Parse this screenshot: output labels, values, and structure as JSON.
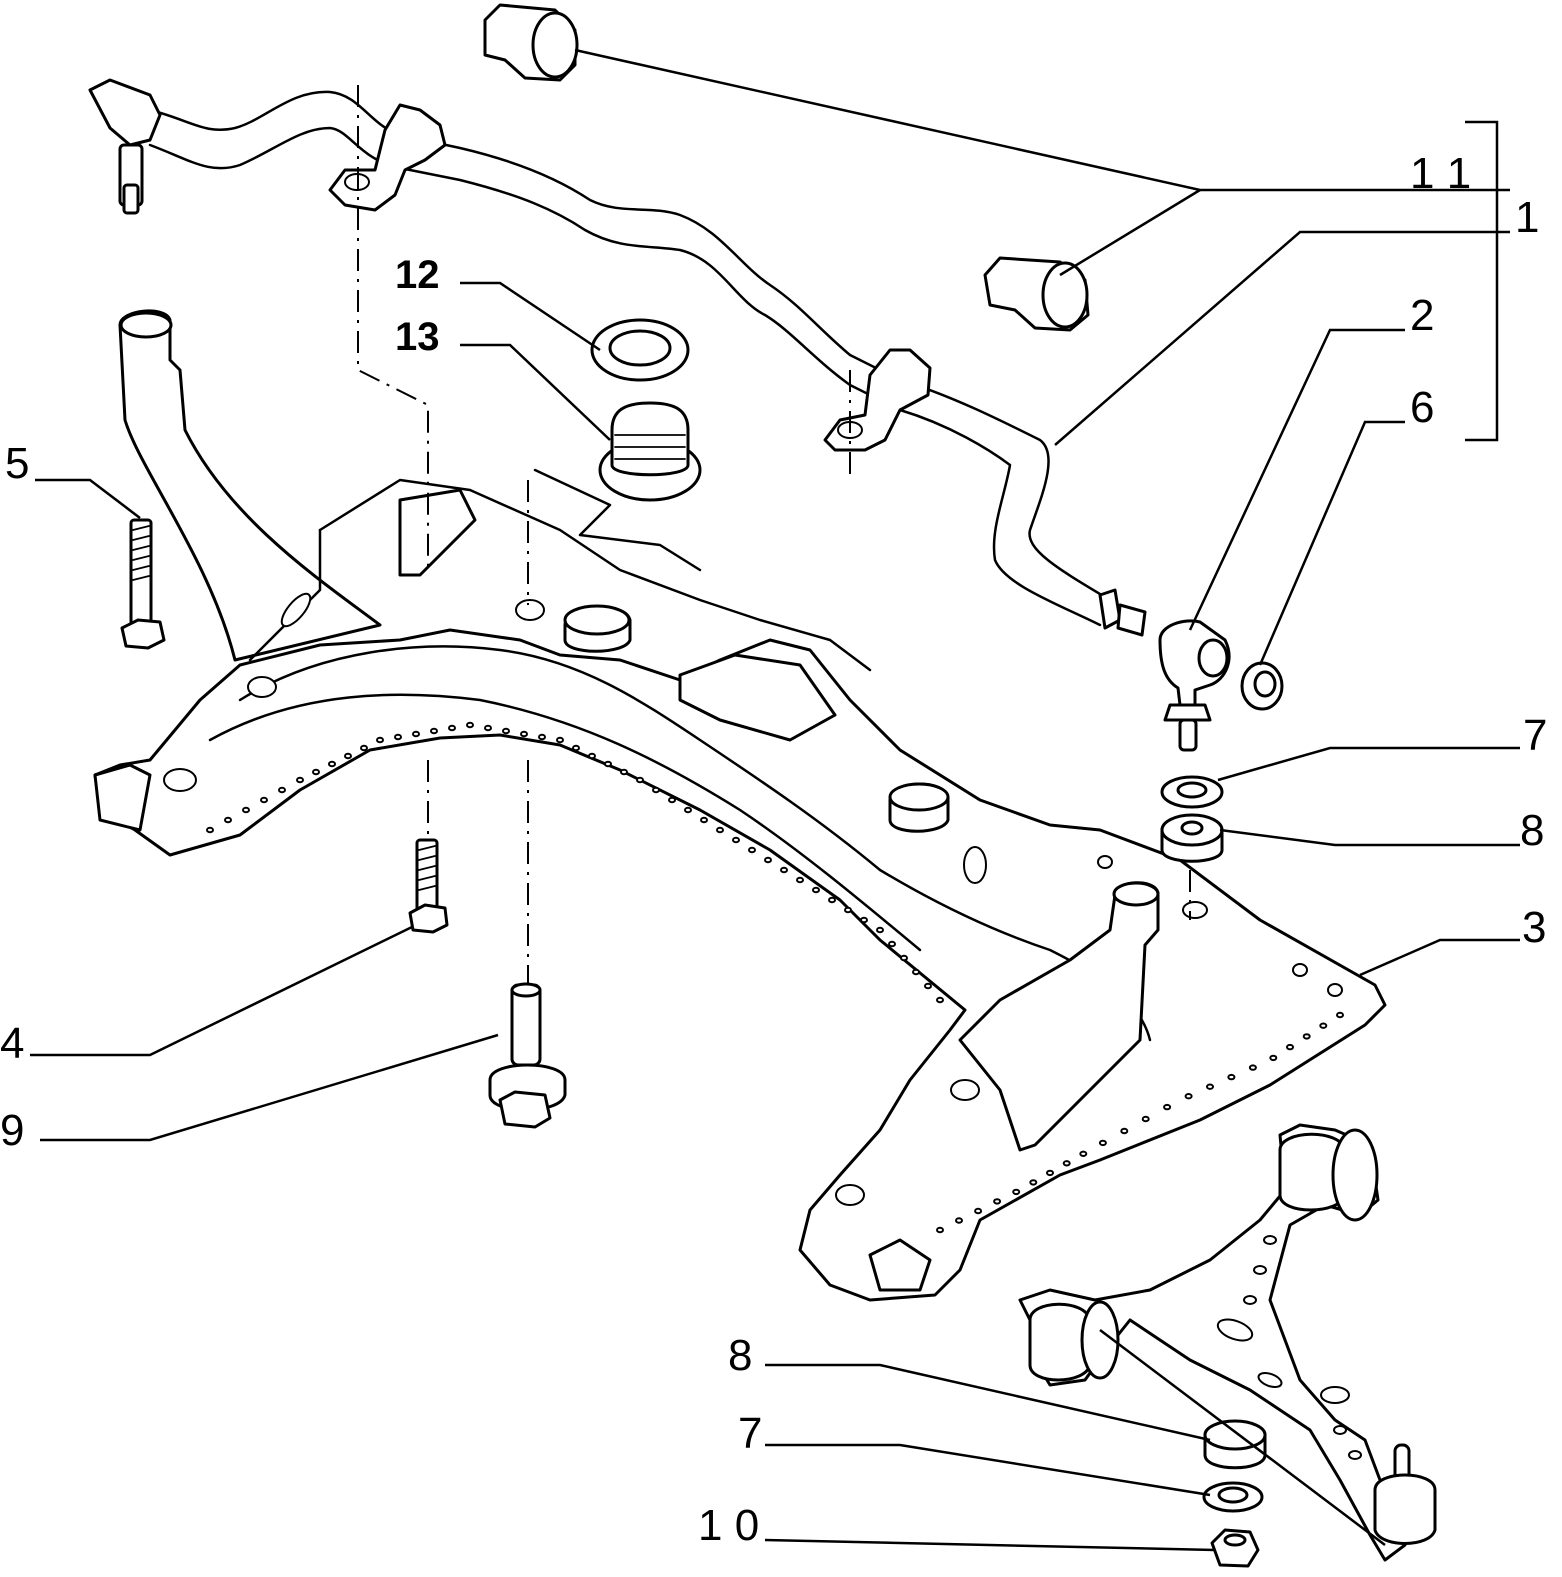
{
  "labels": {
    "p1": "1",
    "p2": "2",
    "p3": "3",
    "p4": "4",
    "p5": "5",
    "p6": "6",
    "p7_upper": "7",
    "p8_upper": "8",
    "p9": "9",
    "p10": "1 0",
    "p11": "1 1",
    "p12": "12",
    "p13": "13",
    "p8_lower": "8",
    "p7_lower": "7"
  }
}
